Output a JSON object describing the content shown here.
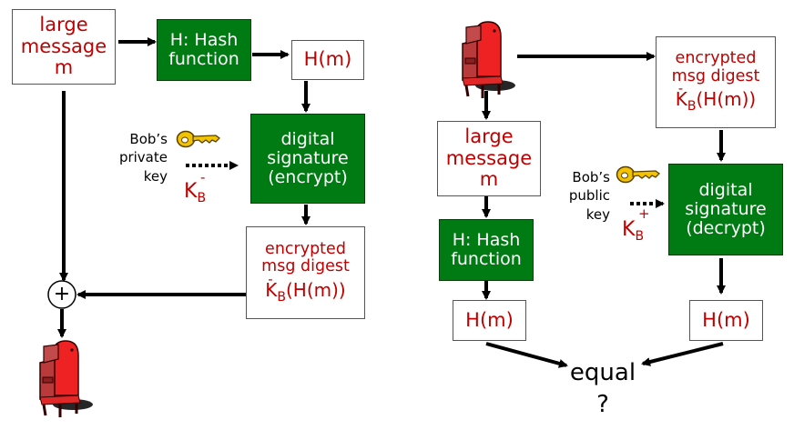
{
  "sender": {
    "message_box": {
      "line1": "large",
      "line2": "message",
      "line3": "m"
    },
    "hash_box": {
      "line1": "H: Hash",
      "line2": "function"
    },
    "hash_output": "H(m)",
    "signature_box": {
      "line1": "digital",
      "line2": "signature",
      "line3": "(encrypt)"
    },
    "key_label": {
      "line1": "Bob’s",
      "line2": "private",
      "line3": "key"
    },
    "key_symbol": {
      "base": "K",
      "sub": "B",
      "sup": "-"
    },
    "digest_box": {
      "line1": "encrypted",
      "line2": "msg digest",
      "formula_base": "K",
      "formula_sub": "B",
      "formula_sup": "-",
      "formula_tail": "(H(m))"
    },
    "combine_symbol": "+",
    "mailbox_icon": "mailbox-icon"
  },
  "receiver": {
    "mailbox_icon": "mailbox-icon",
    "digest_box": {
      "line1": "encrypted",
      "line2": "msg digest",
      "formula_base": "K",
      "formula_sub": "B",
      "formula_sup": "-",
      "formula_tail": "(H(m))"
    },
    "message_box": {
      "line1": "large",
      "line2": "message",
      "line3": "m"
    },
    "key_label": {
      "line1": "Bob’s",
      "line2": "public",
      "line3": "key"
    },
    "key_symbol": {
      "base": "K",
      "sub": "B",
      "sup": "+"
    },
    "signature_box": {
      "line1": "digital",
      "line2": "signature",
      "line3": "(decrypt)"
    },
    "hash_box": {
      "line1": "H: Hash",
      "line2": "function"
    },
    "hash_output_left": "H(m)",
    "hash_output_right": "H(m)",
    "compare": {
      "line1": "equal",
      "line2": "?"
    }
  },
  "colors": {
    "accent_red": "#c00000",
    "box_green": "#007a12"
  }
}
